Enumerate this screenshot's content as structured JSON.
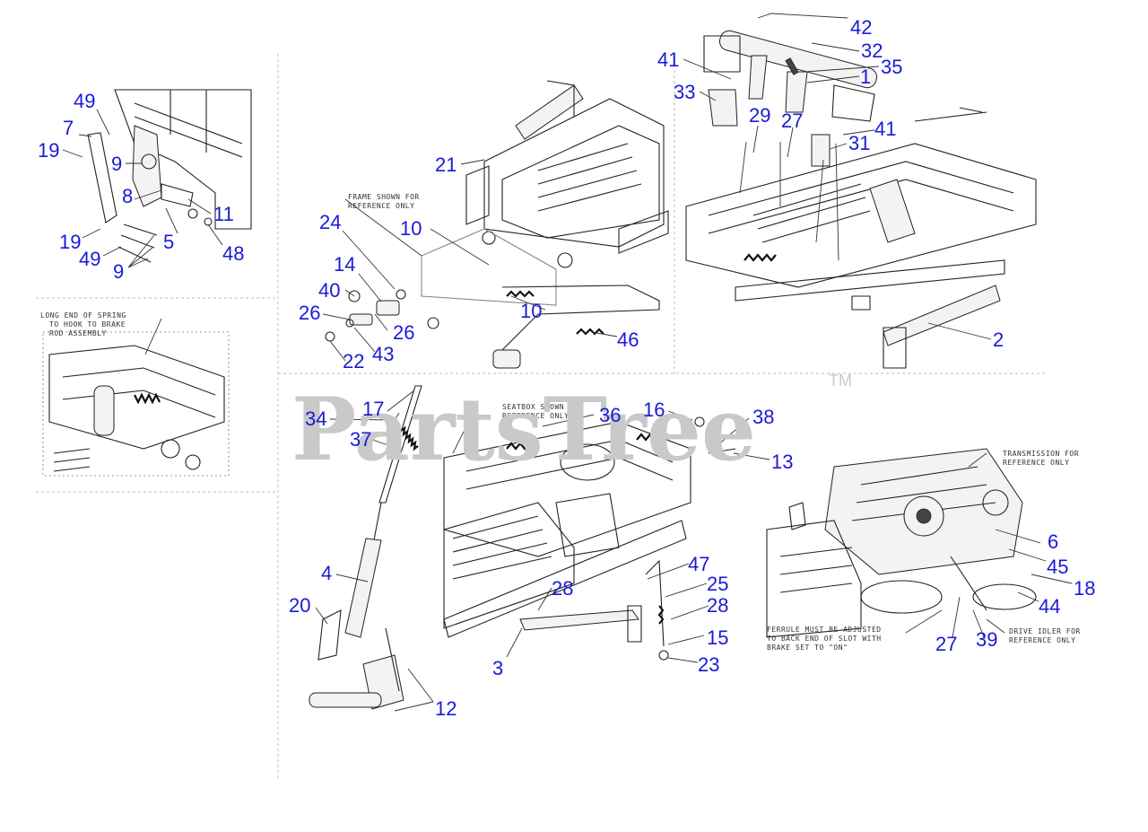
{
  "watermark": {
    "text": "PartsTree",
    "mark": "TM"
  },
  "notes": {
    "frame_ref": [
      "FRAME SHOWN FOR",
      "REFERENCE ONLY"
    ],
    "spring_note": [
      "LONG END OF SPRING",
      "TO HOOK TO BRAKE",
      "ROD ASSEMBLY"
    ],
    "seatbox_ref": [
      "SEATBOX SHOWN FOR",
      "REFERENCE ONLY"
    ],
    "transmission_ref": [
      "TRANSMISSION FOR",
      "REFERENCE ONLY"
    ],
    "ferrule_note": [
      "FERRULE MUST BE ADJUSTED",
      "TO BACK END OF SLOT WITH",
      "BRAKE SET TO \"ON\""
    ],
    "idler_ref": [
      "DRIVE IDLER FOR",
      "REFERENCE ONLY"
    ]
  },
  "callouts": [
    {
      "id": "c49a",
      "label": "49"
    },
    {
      "id": "c7",
      "label": "7"
    },
    {
      "id": "c19a",
      "label": "19"
    },
    {
      "id": "c9a",
      "label": "9"
    },
    {
      "id": "c8",
      "label": "8"
    },
    {
      "id": "c11",
      "label": "11"
    },
    {
      "id": "c19b",
      "label": "19"
    },
    {
      "id": "c5",
      "label": "5"
    },
    {
      "id": "c48",
      "label": "48"
    },
    {
      "id": "c49b",
      "label": "49"
    },
    {
      "id": "c9b",
      "label": "9"
    },
    {
      "id": "c21",
      "label": "21"
    },
    {
      "id": "c24",
      "label": "24"
    },
    {
      "id": "c10a",
      "label": "10"
    },
    {
      "id": "c14",
      "label": "14"
    },
    {
      "id": "c40",
      "label": "40"
    },
    {
      "id": "c10b",
      "label": "10"
    },
    {
      "id": "c26a",
      "label": "26"
    },
    {
      "id": "c26b",
      "label": "26"
    },
    {
      "id": "c46",
      "label": "46"
    },
    {
      "id": "c43",
      "label": "43"
    },
    {
      "id": "c22",
      "label": "22"
    },
    {
      "id": "c42",
      "label": "42"
    },
    {
      "id": "c32",
      "label": "32"
    },
    {
      "id": "c41a",
      "label": "41"
    },
    {
      "id": "c35",
      "label": "35"
    },
    {
      "id": "c1",
      "label": "1"
    },
    {
      "id": "c33",
      "label": "33"
    },
    {
      "id": "c29",
      "label": "29"
    },
    {
      "id": "c27a",
      "label": "27"
    },
    {
      "id": "c41b",
      "label": "41"
    },
    {
      "id": "c31",
      "label": "31"
    },
    {
      "id": "c2",
      "label": "2"
    },
    {
      "id": "c17",
      "label": "17"
    },
    {
      "id": "c34",
      "label": "34"
    },
    {
      "id": "c37",
      "label": "37"
    },
    {
      "id": "c36",
      "label": "36"
    },
    {
      "id": "c16",
      "label": "16"
    },
    {
      "id": "c38",
      "label": "38"
    },
    {
      "id": "c13",
      "label": "13"
    },
    {
      "id": "c4",
      "label": "4"
    },
    {
      "id": "c20",
      "label": "20"
    },
    {
      "id": "c12",
      "label": "12"
    },
    {
      "id": "c28a",
      "label": "28"
    },
    {
      "id": "c47",
      "label": "47"
    },
    {
      "id": "c25",
      "label": "25"
    },
    {
      "id": "c28b",
      "label": "28"
    },
    {
      "id": "c15",
      "label": "15"
    },
    {
      "id": "c3",
      "label": "3"
    },
    {
      "id": "c23",
      "label": "23"
    },
    {
      "id": "c6",
      "label": "6"
    },
    {
      "id": "c45",
      "label": "45"
    },
    {
      "id": "c18",
      "label": "18"
    },
    {
      "id": "c44",
      "label": "44"
    },
    {
      "id": "c27b",
      "label": "27"
    },
    {
      "id": "c39",
      "label": "39"
    }
  ]
}
